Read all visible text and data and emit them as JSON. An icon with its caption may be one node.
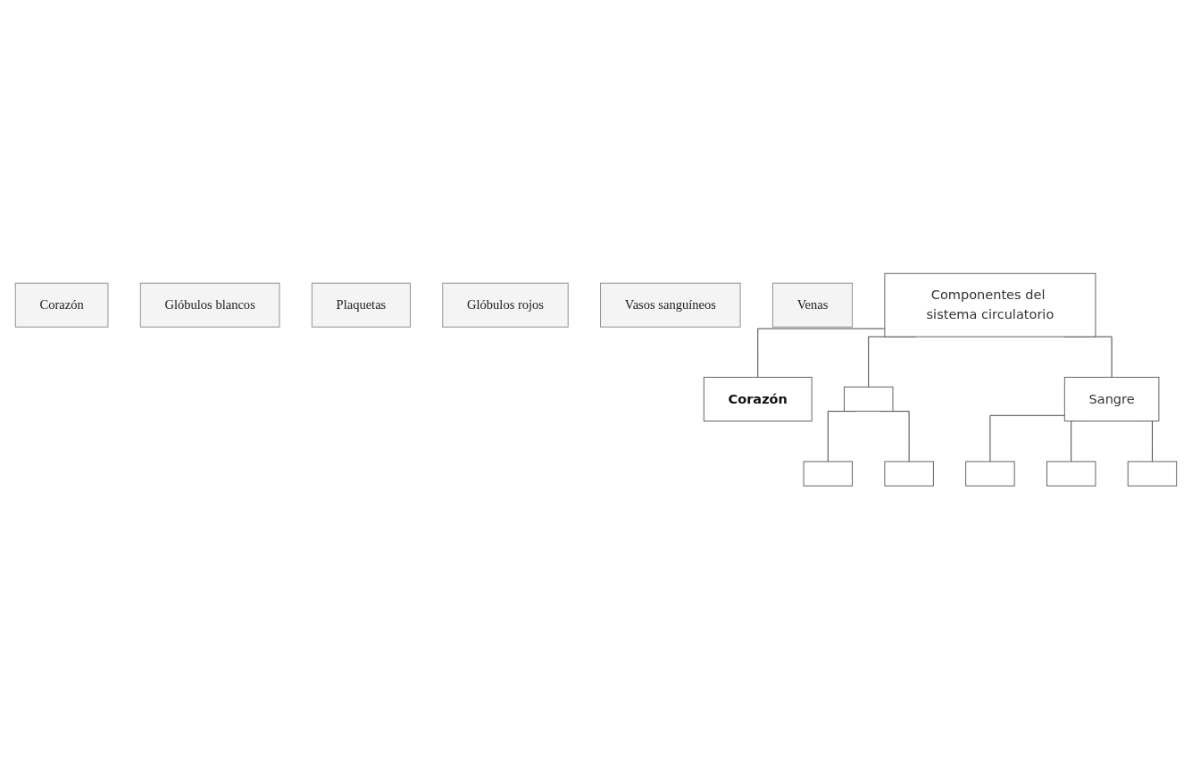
{
  "diagram": {
    "nodes": [
      {
        "text": [
          "Corazón"
        ]
      },
      {
        "text": [
          "Glóbulos blancos"
        ]
      },
      {
        "text": [
          "Plaquetas"
        ]
      },
      {
        "text": [
          "Glóbulos rojos"
        ]
      },
      {
        "text": [
          "Vasos sanguíneos"
        ]
      },
      {
        "text": [
          "Venas"
        ]
      },
      {
        "text": [
          "Componentes del sistema circulatorio"
        ]
      },
      {
        "text": [
          "Corazón"
        ]
      },
      {
        "text": [],
        "shape": "box"
      },
      {
        "text": [
          "Sangre"
        ]
      },
      {
        "text": [],
        "shape": "box"
      },
      {
        "text": [],
        "shape": "box"
      },
      {
        "text": [],
        "shape": "box"
      },
      {
        "text": [],
        "shape": "box"
      },
      {
        "text": [],
        "shape": "box"
      }
    ],
    "edges": [
      {
        "from": 6,
        "to": 7,
        "arrow": "none"
      },
      {
        "from": 6,
        "to": 8,
        "arrow": "none"
      },
      {
        "from": 6,
        "to": 9,
        "arrow": "none"
      },
      {
        "from": 8,
        "to": 10,
        "arrow": "none"
      },
      {
        "from": 8,
        "to": 11,
        "arrow": "none"
      },
      {
        "from": 9,
        "to": 12,
        "arrow": "none"
      },
      {
        "from": 9,
        "to": 13,
        "arrow": "none"
      },
      {
        "from": 9,
        "to": 14,
        "arrow": "none"
      }
    ]
  }
}
